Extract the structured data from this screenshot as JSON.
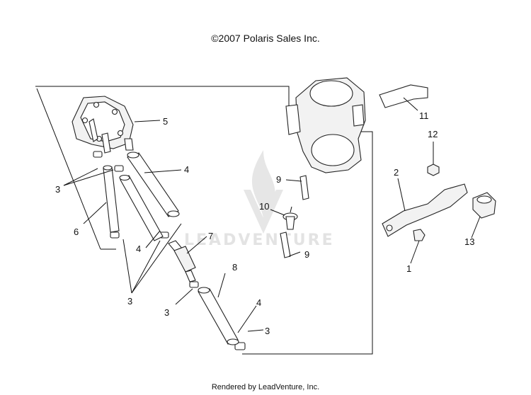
{
  "header": {
    "copyright": "©2007 Polaris Sales Inc."
  },
  "footer": {
    "rendered_by": "Rendered by LeadVenture, Inc."
  },
  "watermark": {
    "text": "LEADVENTURE"
  },
  "callouts": {
    "c1": "1",
    "c2": "2",
    "c3a": "3",
    "c3b": "3",
    "c3c": "3",
    "c3d": "3",
    "c4a": "4",
    "c4b": "4",
    "c4c": "4",
    "c5": "5",
    "c6": "6",
    "c7": "7",
    "c8": "8",
    "c9a": "9",
    "c9b": "9",
    "c10": "10",
    "c11": "11",
    "c12": "12",
    "c13": "13"
  }
}
